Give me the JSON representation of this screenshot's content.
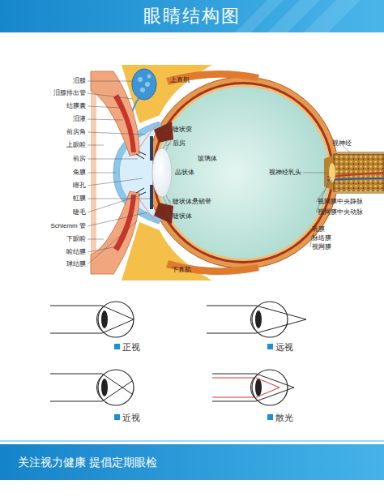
{
  "diagram": {
    "title": "眼睛结构图",
    "caption": "关注视力健康 提倡定期眼检",
    "labels": [
      "泪腺",
      "泪腺排出管",
      "结膜囊",
      "泪液",
      "前房角",
      "上眼睑",
      "前房",
      "角膜",
      "瞳孔",
      "虹膜",
      "睫毛",
      "Schlemm 管",
      "下眼睑",
      "睑结膜",
      "球结膜",
      "上直肌",
      "睫状突",
      "后房",
      "玻璃体",
      "晶状体",
      "视神经乳头",
      "视神经",
      "睫状体悬韧带",
      "视网膜中央静脉",
      "视网膜中央动脉",
      "睫状体",
      "巩膜",
      "脉络膜",
      "视网膜",
      "下直肌",
      "正视",
      "远视",
      "近视",
      "散光"
    ]
  }
}
